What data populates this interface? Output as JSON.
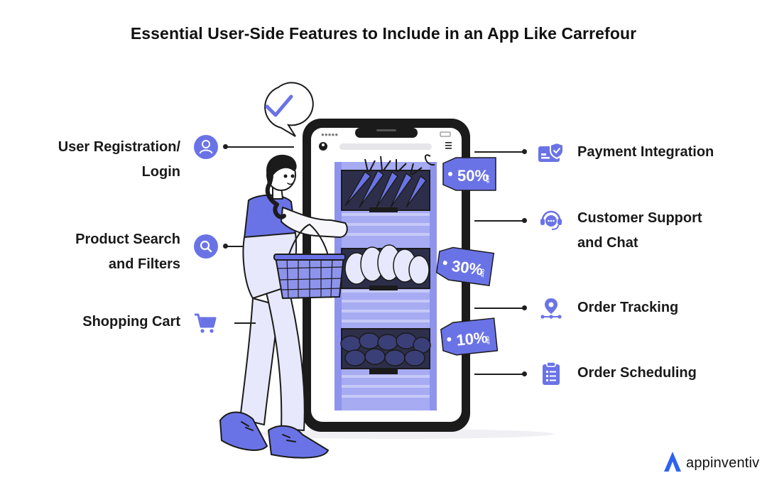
{
  "title": "Essential User-Side Features to Include in an App Like Carrefour",
  "left_features": [
    {
      "line1": "User Registration/",
      "line2": "Login",
      "icon": "user-icon"
    },
    {
      "line1": "Product Search",
      "line2": "and Filters",
      "icon": "search-icon"
    },
    {
      "line1": "Shopping Cart",
      "line2": "",
      "icon": "cart-icon"
    }
  ],
  "right_features": [
    {
      "line1": "Payment Integration",
      "line2": "",
      "icon": "payment-icon"
    },
    {
      "line1": "Customer Support",
      "line2": "and Chat",
      "icon": "support-chat-icon"
    },
    {
      "line1": "Order Tracking",
      "line2": "",
      "icon": "location-pin-icon"
    },
    {
      "line1": "Order Scheduling",
      "line2": "",
      "icon": "clipboard-icon"
    }
  ],
  "discount_tags": [
    {
      "value": "50%",
      "suffix": "OFF"
    },
    {
      "value": "30%",
      "suffix": "OFF"
    },
    {
      "value": "10%",
      "suffix": "OFF"
    }
  ],
  "brand": {
    "name": "appinventiv",
    "icon": "appinventiv-logo-icon"
  },
  "colors": {
    "accent": "#6A73E6",
    "accent_light": "#A6ABF2",
    "dark": "#1B1B1B",
    "pale": "#E7E8FB"
  }
}
